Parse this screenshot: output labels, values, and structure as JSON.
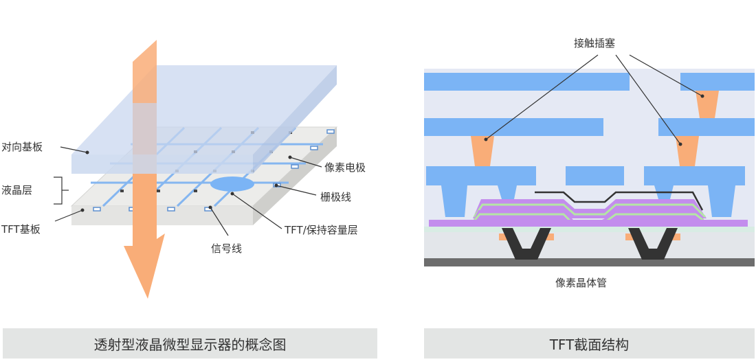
{
  "left_diagram": {
    "labels": {
      "counter_substrate": "对向基板",
      "liquid_crystal_layer": "液晶层",
      "tft_substrate": "TFT基板",
      "pixel_electrode": "像素电极",
      "gate_line": "栅极线",
      "tft_storage_capacitor_layer": "TFT/保持容量层",
      "signal_line": "信号线"
    },
    "caption": "透射型液晶微型显示器的概念图"
  },
  "right_diagram": {
    "labels": {
      "contact_plug": "接触插塞",
      "pixel_transistor": "像素晶体管"
    },
    "caption": "TFT截面结构"
  },
  "colors": {
    "light_arrow": "#f9ad78",
    "wiring_blue": "#7bb4f5",
    "glass_blue": "#c7d6ee",
    "substrate_gray": "#ebecea",
    "insulator_bg": "#e5e9f4",
    "purple_layer": "#c38ded",
    "green_layer": "#b4e6a4",
    "transistor_dark": "#333333",
    "caption_bg": "#e3e5e4"
  }
}
